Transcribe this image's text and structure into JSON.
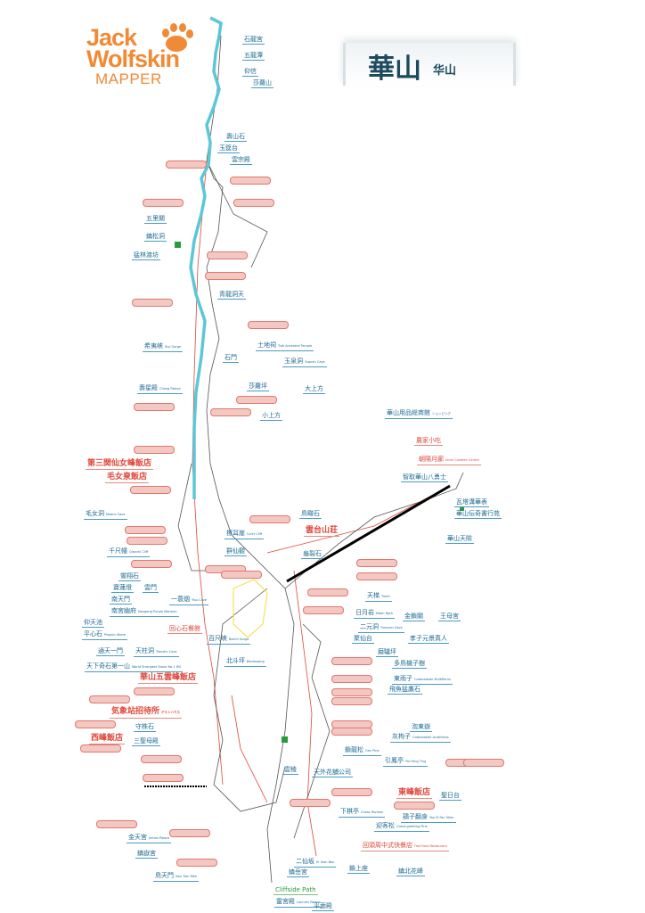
{
  "logo": {
    "line1": "Jack",
    "line2": "Wolfskin",
    "line3": "MAPPER"
  },
  "title": {
    "main": "華山",
    "sub": "华山"
  },
  "colors": {
    "river": "#5cc7d6",
    "trail": "#555555",
    "route": "#e0463a",
    "label": "#1d6b94",
    "cable": "#000000",
    "accent": "#f08a36"
  },
  "labels": [
    {
      "zh": "石龍宮",
      "en": "",
      "type": "blue"
    },
    {
      "zh": "五龍潭",
      "en": "",
      "type": "blue"
    },
    {
      "zh": "仰信",
      "en": "",
      "type": "blue"
    },
    {
      "zh": "莎蘿山",
      "en": "",
      "type": "blue"
    },
    {
      "zh": "壽山石",
      "en": "",
      "type": "blue"
    },
    {
      "zh": "玉筵台",
      "en": "",
      "type": "blue"
    },
    {
      "zh": "雲宗殿",
      "en": "",
      "type": "blue"
    },
    {
      "zh": "五里關",
      "en": "",
      "type": "blue"
    },
    {
      "zh": "鎮松洞",
      "en": "",
      "type": "blue"
    },
    {
      "zh": "猛林渡坊",
      "en": "",
      "type": "blue"
    },
    {
      "zh": "青龍洞天",
      "en": "",
      "type": "blue"
    },
    {
      "zh": "希夷峽",
      "en": "Xiyi Gorge",
      "type": "blue"
    },
    {
      "zh": "土地祠",
      "en": "Tudi Ancestral Temple",
      "type": "blue"
    },
    {
      "zh": "石門",
      "en": "",
      "type": "blue"
    },
    {
      "zh": "玉泉洞",
      "en": "Yuquan Cave",
      "type": "blue"
    },
    {
      "zh": "壽星殿",
      "en": "Chang Palace",
      "type": "blue"
    },
    {
      "zh": "莎蘿坪",
      "en": "",
      "type": "blue"
    },
    {
      "zh": "大上方",
      "en": "",
      "type": "blue"
    },
    {
      "zh": "小上方",
      "en": "",
      "type": "blue"
    },
    {
      "zh": "第三関仙女峰飯店",
      "en": "",
      "type": "red big"
    },
    {
      "zh": "毛女泉飯店",
      "en": "",
      "type": "red big"
    },
    {
      "zh": "毛女洞",
      "en": "Maonv Cave",
      "type": "blue"
    },
    {
      "zh": "千尺幢",
      "en": "Qianchi Cliff",
      "type": "blue"
    },
    {
      "zh": "擦耳崖",
      "en": "Ca'er Cliff",
      "type": "blue"
    },
    {
      "zh": "群仙觀",
      "en": "",
      "type": "blue"
    },
    {
      "zh": "鸞翔石",
      "en": "",
      "type": "blue"
    },
    {
      "zh": "寶蓮燈",
      "en": "",
      "type": "blue"
    },
    {
      "zh": "南天門",
      "en": "",
      "type": "blue"
    },
    {
      "zh": "一蓑烟",
      "en": "Yisu Cave",
      "type": "blue"
    },
    {
      "zh": "雲門",
      "en": "",
      "type": "blue"
    },
    {
      "zh": "南宮幽府",
      "en": "Nangong Purple Mansion",
      "type": "blue"
    },
    {
      "zh": "仰天池",
      "en": "",
      "type": "blue"
    },
    {
      "zh": "平心石",
      "en": "Pingxin Stone",
      "type": "blue"
    },
    {
      "zh": "回心石餐館",
      "en": "",
      "type": "red"
    },
    {
      "zh": "百尺峽",
      "en": "Baichi Gorge",
      "type": "blue"
    },
    {
      "zh": "天柱洞",
      "en": "Tianzhu Cave",
      "type": "blue"
    },
    {
      "zh": "通天一門",
      "en": "",
      "type": "blue"
    },
    {
      "zh": "天下奇石第一山",
      "en": "World Strangest Stone No.1 Hill",
      "type": "blue"
    },
    {
      "zh": "北斗坪",
      "en": "Beidouping",
      "type": "blue"
    },
    {
      "zh": "華山五雲峰飯店",
      "en": "",
      "type": "red big"
    },
    {
      "zh": "気象站招待所",
      "en": "ゲストハウス",
      "type": "red big"
    },
    {
      "zh": "西峰飯店",
      "en": "",
      "type": "red big"
    },
    {
      "zh": "守株石",
      "en": "",
      "type": "blue"
    },
    {
      "zh": "三聖母殿",
      "en": "",
      "type": "blue"
    },
    {
      "zh": "金天宮",
      "en": "Jintian Palace",
      "type": "blue"
    },
    {
      "zh": "鎮嶽宮",
      "en": "",
      "type": "blue"
    },
    {
      "zh": "鳥天門",
      "en": "Nan Tian Men",
      "type": "blue"
    },
    {
      "zh": "Cliffside Path",
      "en": "",
      "type": "green"
    },
    {
      "zh": "靈宮殿",
      "en": "Lanmen Palace",
      "type": "blue"
    },
    {
      "zh": "華山用品総商館",
      "en": "ショッピング",
      "type": "blue"
    },
    {
      "zh": "農家小吃",
      "en": "",
      "type": "red"
    },
    {
      "zh": "朝陽月廊",
      "en": "Inner Canteen Centre",
      "type": "red"
    },
    {
      "zh": "智取華山八勇士",
      "en": "",
      "type": "blue"
    },
    {
      "zh": "瓦塔溝華表",
      "en": "",
      "type": "blue"
    },
    {
      "zh": "華山伝奇書行苑",
      "en": "",
      "type": "blue"
    },
    {
      "zh": "華山天險",
      "en": "",
      "type": "blue"
    },
    {
      "zh": "鳥瞰石",
      "en": "",
      "type": "blue"
    },
    {
      "zh": "雲台山荘",
      "en": "",
      "type": "red big"
    },
    {
      "zh": "龜裂石",
      "en": "",
      "type": "blue"
    },
    {
      "zh": "天梯",
      "en": "Tianti",
      "type": "blue"
    },
    {
      "zh": "日月岩",
      "en": "Moon Rock",
      "type": "blue"
    },
    {
      "zh": "金鎖關",
      "en": "",
      "type": "blue"
    },
    {
      "zh": "王母宮",
      "en": "",
      "type": "blue"
    },
    {
      "zh": "二元洞",
      "en": "Tunyuan Cave",
      "type": "blue"
    },
    {
      "zh": "聚仙台",
      "en": "",
      "type": "blue"
    },
    {
      "zh": "孝子元景真人",
      "en": "",
      "type": "blue"
    },
    {
      "zh": "磨驢坪",
      "en": "",
      "type": "blue"
    },
    {
      "zh": "多鳥機子樹",
      "en": "",
      "type": "blue"
    },
    {
      "zh": "東雨子",
      "en": "Cotoneaster Multiflorus",
      "type": "blue"
    },
    {
      "zh": "飛魚猛鷹石",
      "en": "",
      "type": "blue"
    },
    {
      "zh": "泡東嶽",
      "en": "",
      "type": "blue"
    },
    {
      "zh": "灰栒子",
      "en": "Cotoneaster Acutifolius",
      "type": "blue"
    },
    {
      "zh": "鎖龍松",
      "en": "Gen Pine",
      "type": "blue"
    },
    {
      "zh": "引鳳亭",
      "en": "Yin Feng Ting",
      "type": "blue"
    },
    {
      "zh": "雲稜",
      "en": "",
      "type": "blue"
    },
    {
      "zh": "天外花舖公司",
      "en": "",
      "type": "blue"
    },
    {
      "zh": "東峰飯店",
      "en": "",
      "type": "red big"
    },
    {
      "zh": "聖日台",
      "en": "",
      "type": "blue"
    },
    {
      "zh": "下棋亭",
      "en": "Chess Pavilion",
      "type": "blue"
    },
    {
      "zh": "鷂子翻身",
      "en": "Yao Zi Fan Shen",
      "type": "blue"
    },
    {
      "zh": "迎客松",
      "en": "Guest-greeting Pine",
      "type": "blue"
    },
    {
      "zh": "回頭周中式快餐店",
      "en": "Fast Food Restaurant",
      "type": "red"
    },
    {
      "zh": "二仙坂",
      "en": "Er Xian Ban",
      "type": "blue"
    },
    {
      "zh": "鎮岳宮",
      "en": "",
      "type": "blue"
    },
    {
      "zh": "鎖上座",
      "en": "",
      "type": "blue"
    },
    {
      "zh": "鎮北花峰",
      "en": "",
      "type": "blue"
    },
    {
      "zh": "平面殿",
      "en": "",
      "type": "blue"
    }
  ]
}
